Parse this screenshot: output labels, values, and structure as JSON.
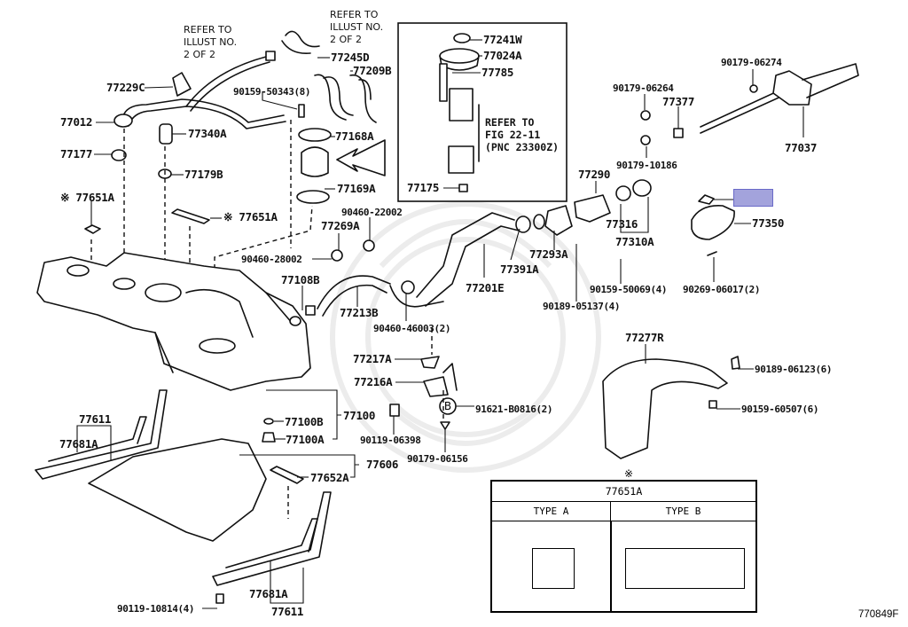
{
  "diagram": {
    "title": "Fuel tank and tube parts diagram",
    "figure_number": "770849F",
    "highlight_color": "#a3a3dc",
    "notes": {
      "refer_illust_left": [
        "REFER TO",
        "ILLUST NO.",
        "2 OF 2"
      ],
      "refer_illust_right": [
        "REFER TO",
        "ILLUST NO.",
        "2 OF 2"
      ],
      "refer_fig": [
        "REFER TO",
        "FIG 22-11",
        "(PNC 23300Z)"
      ]
    },
    "parts": {
      "p77229C": "77229C",
      "p77012": "77012",
      "p77177": "77177",
      "p77340A": "77340A",
      "p77179B": "77179B",
      "p77651A_left": "※ 77651A",
      "p77651A_mid": "※ 77651A",
      "p77245D": "77245D",
      "p77209B": "77209B",
      "p90159_50343": "90159-50343(8)",
      "p77168A": "77168A",
      "p77169A": "77169A",
      "p77241W": "77241W",
      "p77024A": "77024A",
      "p77785": "77785",
      "p77175": "77175",
      "p90179_06274": "90179-06274",
      "p90179_06264": "90179-06264",
      "p77377": "77377",
      "p90179_10186_top": "90179-10186",
      "p77037": "77037",
      "p77290": "77290",
      "p77316": "77316",
      "p77310A": "77310A",
      "p77350": "77350",
      "p77293A": "77293A",
      "p77391A": "77391A",
      "p77201E": "77201E",
      "p90460_22002": "90460-22002",
      "p77269A": "77269A",
      "p90460_28002": "90460-28002",
      "p77108B": "77108B",
      "p77213B": "77213B",
      "p90460_46003": "90460-46003(2)",
      "p90159_50069": "90159-50069(4)",
      "p90269_06017": "90269-06017(2)",
      "p90189_05137": "90189-05137(4)",
      "p77277R": "77277R",
      "p90189_06123": "90189-06123(6)",
      "p90159_60507": "90159-60507(6)",
      "p77217A": "77217A",
      "p77216A": "77216A",
      "p91621_B0816": "91621-B0816(2)",
      "p90119_06398": "90119-06398",
      "p90179_06156": "90179-06156",
      "p77100": "77100",
      "p77100B": "77100B",
      "p77100A": "77100A",
      "p77606": "77606",
      "p77652A": "77652A",
      "p77611_top": "77611",
      "p77681A_top": "77681A",
      "p77681A_bottom": "77681A",
      "p77611_bottom": "77611",
      "p90119_10814": "90119-10814(4)"
    },
    "callout_b": "B",
    "legend": {
      "marker": "※",
      "part_number": "77651A",
      "columns": [
        "TYPE  A",
        "TYPE  B"
      ]
    }
  }
}
